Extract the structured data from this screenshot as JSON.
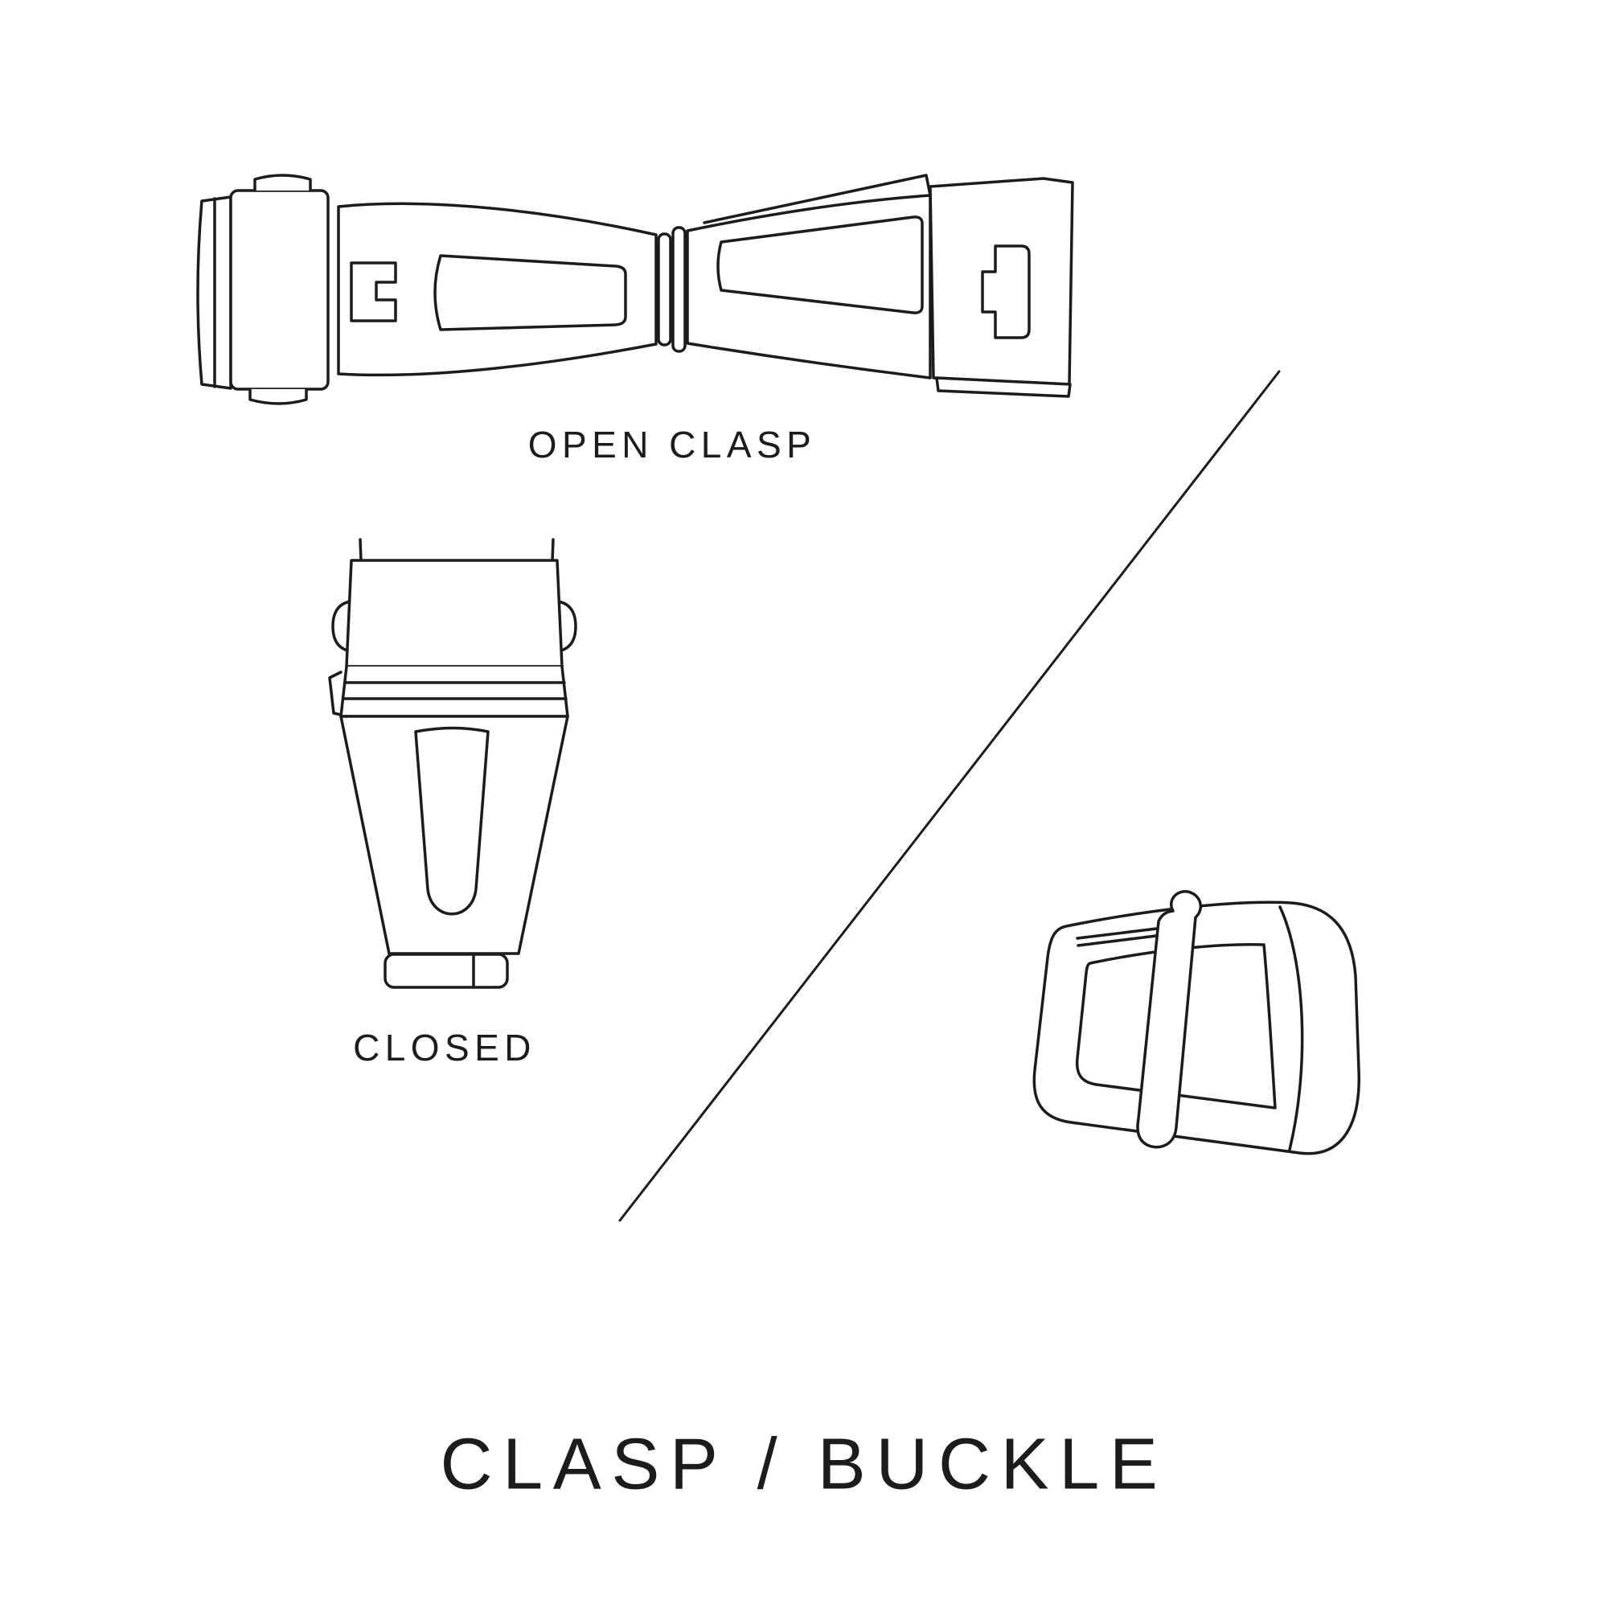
{
  "colors": {
    "background": "#ffffff",
    "ink": "#1c1c1c"
  },
  "illustrations": {
    "open_clasp": {
      "name": "open-clasp-illustration",
      "label": "OPEN CLASP"
    },
    "closed_clasp": {
      "name": "closed-clasp-illustration",
      "label": "CLOSED"
    },
    "buckle": {
      "name": "tang-buckle-illustration"
    }
  },
  "divider": {
    "name": "diagonal-divider"
  },
  "title": "CLASP / BUCKLE"
}
